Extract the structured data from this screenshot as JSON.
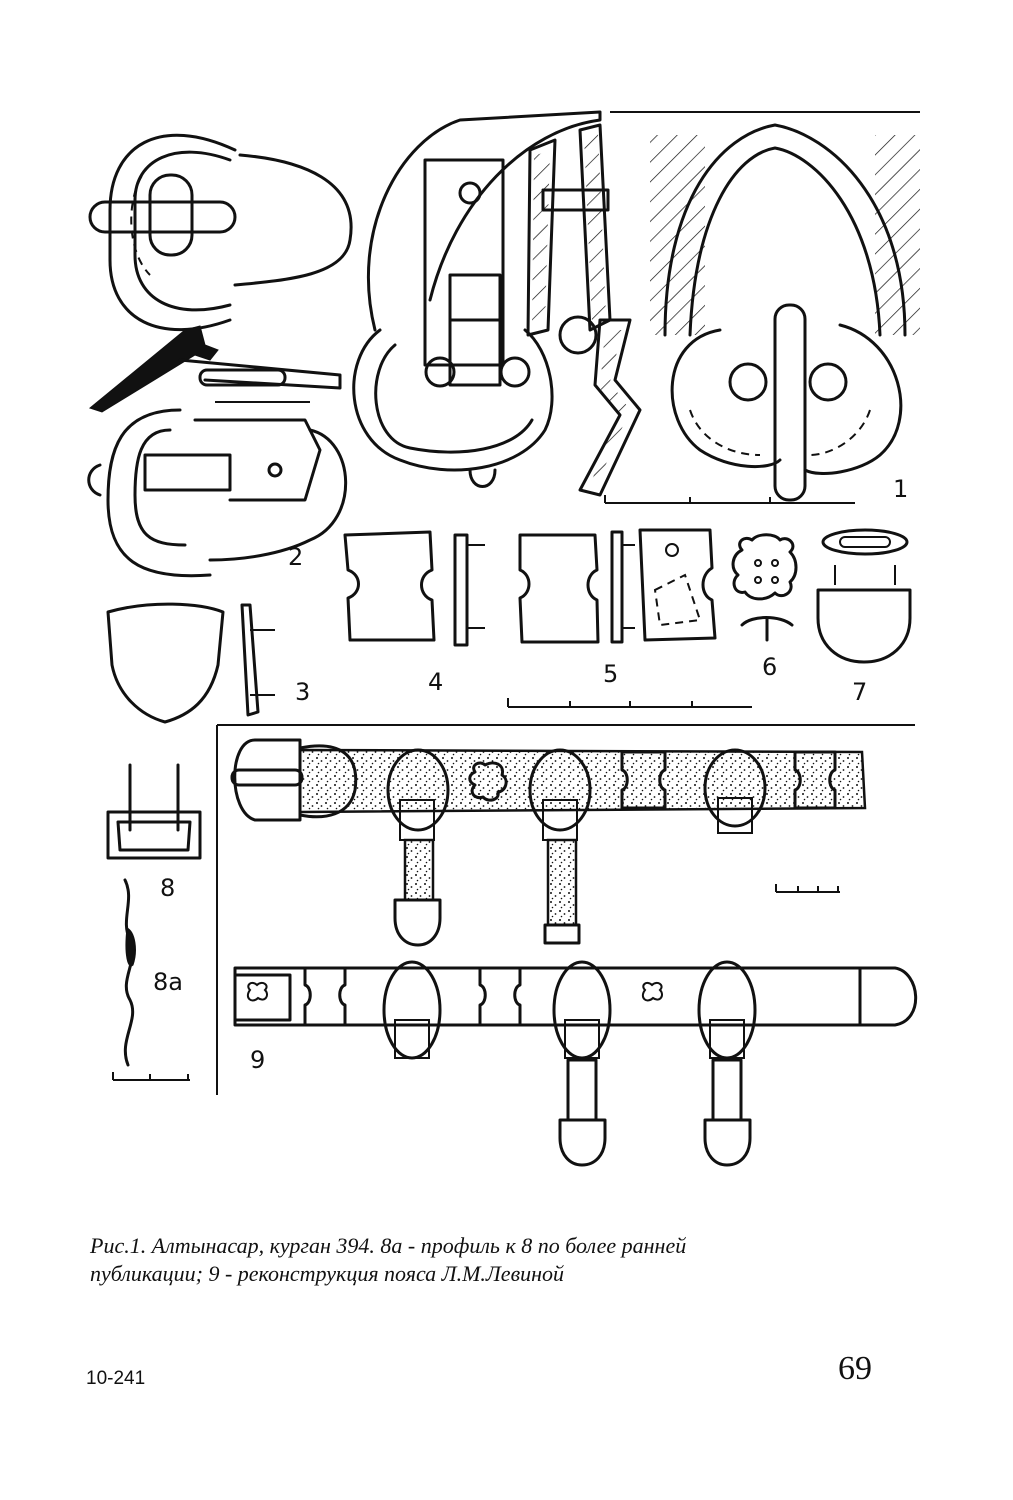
{
  "figure": {
    "labels": {
      "item1": "1",
      "item2": "2",
      "item3": "3",
      "item4": "4",
      "item5": "5",
      "item6": "6",
      "item7": "7",
      "item8": "8",
      "item8a": "8a",
      "item9": "9"
    }
  },
  "caption": {
    "line1": "Рис.1. Алтынасар, курган 394. 8а - профиль к 8 по более ранней",
    "line2": "публикации; 9 - реконструкция пояса Л.М.Левиной"
  },
  "footer": {
    "sheet_code": "10-241",
    "page_number": "69"
  }
}
